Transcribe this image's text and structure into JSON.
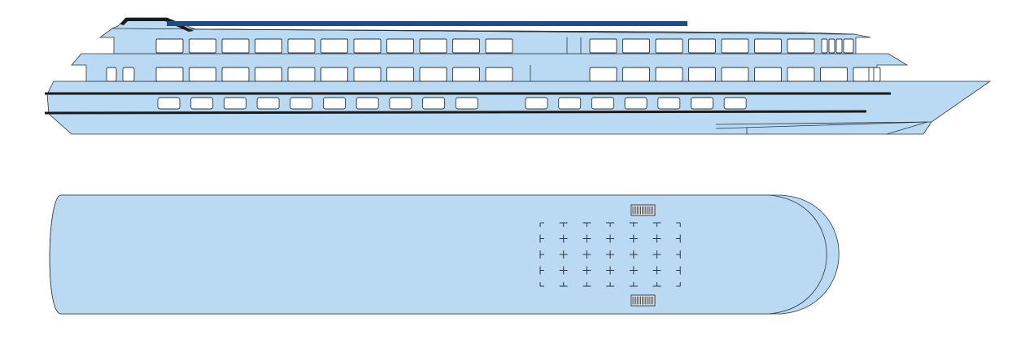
{
  "diagram": {
    "subject": "river-cruise-ship",
    "views": [
      "side-elevation",
      "sun-deck-plan"
    ],
    "colors": {
      "hull_fill": "#b9daf2",
      "outline": "#2b3640",
      "stripe": "#1a1a1a",
      "roof_accent": "#1c4f86",
      "window_fill": "#ffffff",
      "background": "#ffffff"
    },
    "side_view": {
      "upper_deck_windows_aft": 11,
      "upper_deck_windows_fwd": 7,
      "middle_deck_windows_aft": 11,
      "middle_deck_windows_fwd": 9,
      "lower_deck_portholes_aft": 10,
      "lower_deck_portholes_fwd": 7
    },
    "deck_plan": {
      "grid_columns": 7,
      "grid_rows": 5,
      "stairways": 2
    }
  }
}
